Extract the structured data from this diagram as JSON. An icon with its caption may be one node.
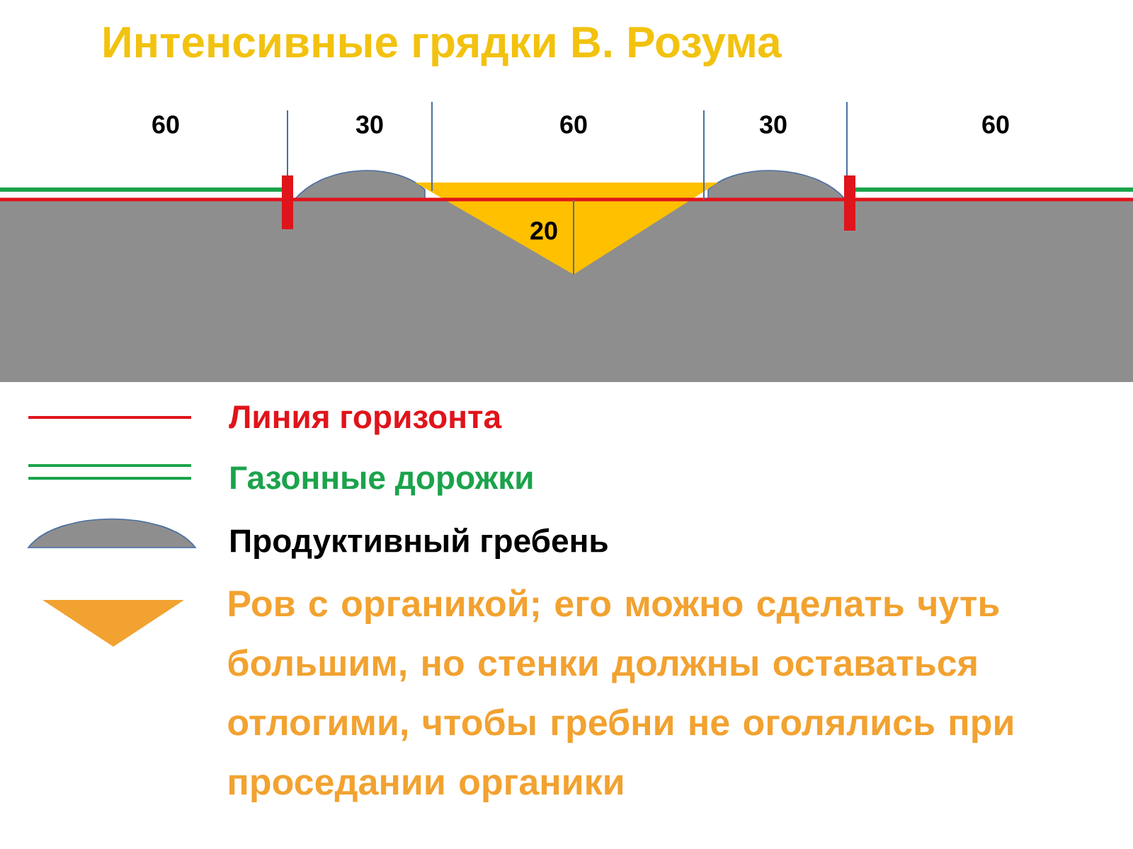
{
  "diagram": {
    "title": "Интенсивные грядки В. Розума",
    "labels": [
      "60",
      "30",
      "60",
      "30",
      "60",
      "20"
    ],
    "legend": [
      {
        "text": "Линия горизонта"
      },
      {
        "text": "Газонные дорожки"
      },
      {
        "text": "Продуктивный гребень"
      },
      {
        "text": "Ров с органикой; его можно сделать чуть большим, но стенки должны оставаться отлогими, чтобы гребни не оголялись при проседании органики",
        "color": "#f2a230"
      }
    ]
  }
}
